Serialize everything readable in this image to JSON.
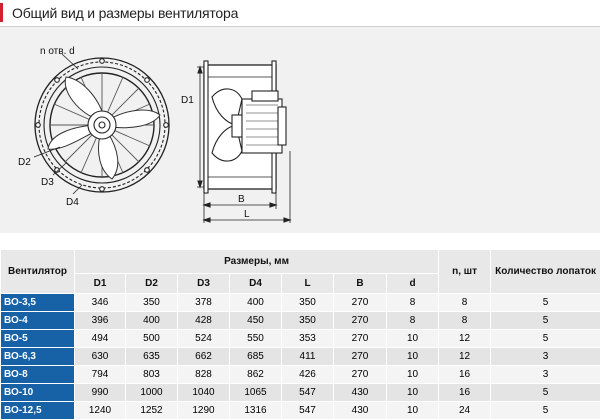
{
  "header": {
    "title": "Общий вид и размеры вентилятора"
  },
  "drawing": {
    "labels": {
      "n_holes": "n отв. d",
      "D1": "D1",
      "D2": "D2",
      "D3": "D3",
      "D4": "D4",
      "B": "B",
      "L": "L"
    }
  },
  "table": {
    "group_header": "Размеры, мм",
    "headers": {
      "model": "Вентилятор",
      "D1": "D1",
      "D2": "D2",
      "D3": "D3",
      "D4": "D4",
      "L": "L",
      "B": "B",
      "d": "d",
      "n": "n, шт",
      "blades": "Количество лопаток"
    },
    "rows": [
      [
        "ВО-3,5",
        "346",
        "350",
        "378",
        "400",
        "350",
        "270",
        "8",
        "8",
        "5"
      ],
      [
        "ВО-4",
        "396",
        "400",
        "428",
        "450",
        "350",
        "270",
        "8",
        "8",
        "5"
      ],
      [
        "ВО-5",
        "494",
        "500",
        "524",
        "550",
        "353",
        "270",
        "10",
        "12",
        "5"
      ],
      [
        "ВО-6,3",
        "630",
        "635",
        "662",
        "685",
        "411",
        "270",
        "10",
        "12",
        "3"
      ],
      [
        "ВО-8",
        "794",
        "803",
        "828",
        "862",
        "426",
        "270",
        "10",
        "16",
        "3"
      ],
      [
        "ВО-10",
        "990",
        "1000",
        "1040",
        "1065",
        "547",
        "430",
        "10",
        "16",
        "5"
      ],
      [
        "ВО-12,5",
        "1240",
        "1252",
        "1290",
        "1316",
        "547",
        "430",
        "10",
        "24",
        "5"
      ]
    ]
  },
  "colors": {
    "accent": "#d2202f",
    "model_column": "#1761a6",
    "header_bg": "#e8e8e8"
  }
}
